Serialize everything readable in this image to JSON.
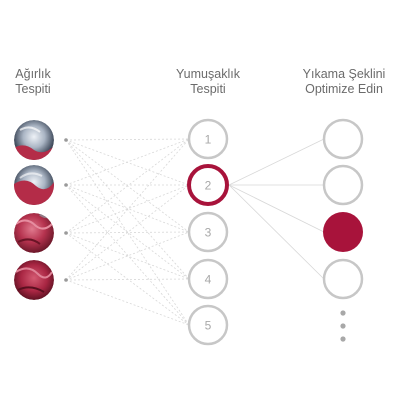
{
  "headings": {
    "weight": [
      "Ağırlık",
      "Tespiti"
    ],
    "softness": [
      "Yumuşaklık",
      "Tespiti"
    ],
    "optimize": [
      "Yıkama Şeklini",
      "Optimize Edin"
    ]
  },
  "softness_nodes": [
    "1",
    "2",
    "3",
    "4",
    "5"
  ],
  "selected_softness": "2",
  "selected_output": 3,
  "colors": {
    "accent": "#a8133b",
    "node_outline": "#c7c7c7",
    "connector": "#d8d8d8",
    "text": "#6b6b6b"
  }
}
